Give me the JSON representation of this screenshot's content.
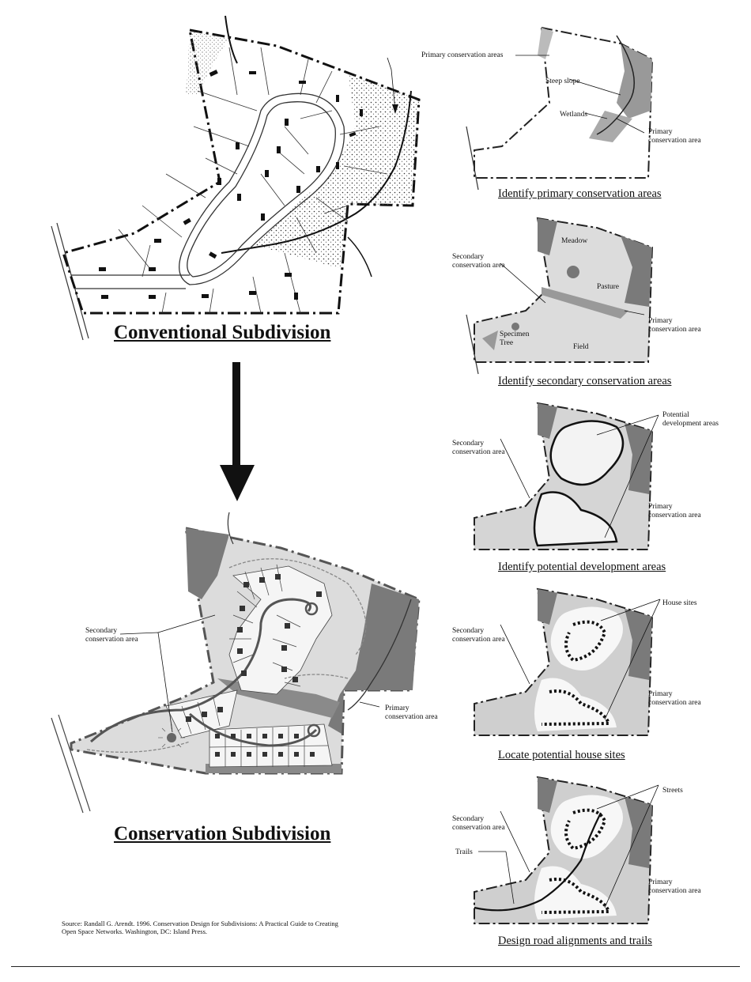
{
  "titles": {
    "conventional": "Conventional Subdivision",
    "conservation": "Conservation Subdivision"
  },
  "steps": [
    {
      "title": "Identify primary conservation areas"
    },
    {
      "title": "Identify secondary conservation areas"
    },
    {
      "title": "Identify potential development areas"
    },
    {
      "title": "Locate potential house sites"
    },
    {
      "title": "Design road alignments and trails"
    }
  ],
  "labels": {
    "primary_conservation_areas": "Primary conservation areas",
    "steep_slope": "Steep slope",
    "wetlands": "Wetlands",
    "primary_area_line1": "Primary",
    "primary_area_line2": "conservation area",
    "secondary_area_line1": "Secondary",
    "secondary_area_line2": "conservation area",
    "meadow": "Meadow",
    "pasture": "Pasture",
    "specimen_line1": "Specimen",
    "specimen_line2": "Tree",
    "field": "Field",
    "potential_line1": "Potential",
    "potential_line2": "development areas",
    "house_sites": "House sites",
    "streets": "Streets",
    "trails": "Trails"
  },
  "source": {
    "line1": "Source: Randall G. Arendt. 1996. Conservation Design for Subdivisions: A Practical Guide to Creating",
    "line2": "Open Space Networks. Washington, DC: Island Press."
  },
  "colors": {
    "dark_green_gray": "#7a7a7a",
    "light_fill": "#dcdcdc",
    "stipple": "#bdbdbd",
    "outline": "#1a1a1a"
  }
}
